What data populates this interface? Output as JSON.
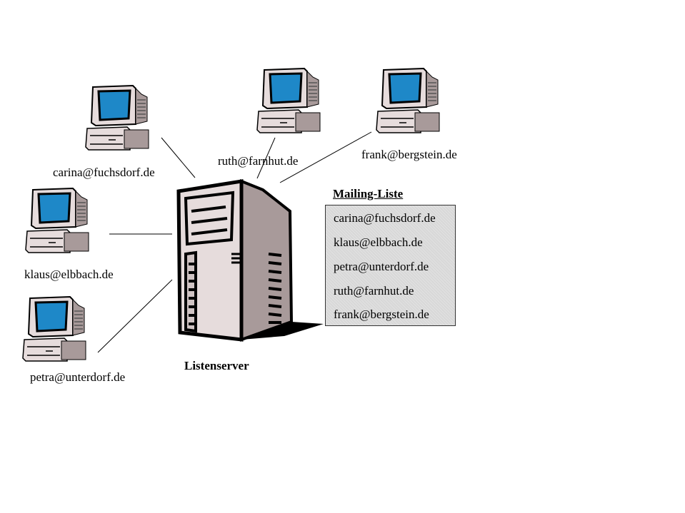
{
  "diagram": {
    "server": {
      "label": "Listenserver",
      "icon": "server-tower-icon"
    },
    "clients": [
      {
        "id": "carina",
        "email": "carina@fuchsdorf.de",
        "icon": "desktop-computer-icon"
      },
      {
        "id": "klaus",
        "email": "klaus@elbbach.de",
        "icon": "desktop-computer-icon"
      },
      {
        "id": "petra",
        "email": "petra@unterdorf.de",
        "icon": "desktop-computer-icon"
      },
      {
        "id": "ruth",
        "email": "ruth@farnhut.de",
        "icon": "desktop-computer-icon"
      },
      {
        "id": "frank",
        "email": "frank@bergstein.de",
        "icon": "desktop-computer-icon"
      }
    ],
    "mailing_list": {
      "title": "Mailing-Liste",
      "entries": [
        "carina@fuchsdorf.de",
        "klaus@elbbach.de",
        "petra@unterdorf.de",
        "ruth@farnhut.de",
        "frank@bergstein.de"
      ]
    },
    "colors": {
      "screen": "#1e88c8",
      "case": "#e6dcdc",
      "case_shadow": "#a89a9a",
      "outline": "#000000"
    }
  }
}
